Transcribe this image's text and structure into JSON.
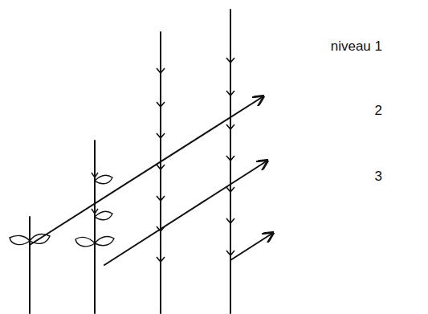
{
  "diagram": {
    "labels": [
      "niveau 1",
      "2",
      "3"
    ]
  }
}
